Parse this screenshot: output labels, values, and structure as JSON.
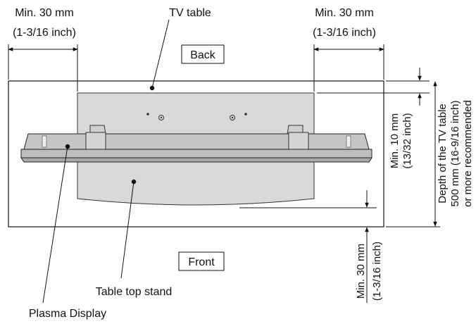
{
  "labels": {
    "tv_table": "TV table",
    "back": "Back",
    "front": "Front",
    "table_top_stand": "Table top stand",
    "plasma_display": "Plasma Display"
  },
  "clearances": {
    "left": {
      "line1": "Min. 30 mm",
      "line2": "(1-3/16 inch)"
    },
    "right": {
      "line1": "Min. 30 mm",
      "line2": "(1-3/16 inch)"
    },
    "rear": {
      "line1": "Min. 10 mm",
      "line2": "(13/32 inch)"
    },
    "front": {
      "line1": "Min. 30 mm",
      "line2": "(1-3/16 inch)"
    }
  },
  "table_depth": {
    "line1": "Depth of the TV table",
    "line2": "500 mm (16-9/16 inch)",
    "line3": "or more recommended"
  }
}
